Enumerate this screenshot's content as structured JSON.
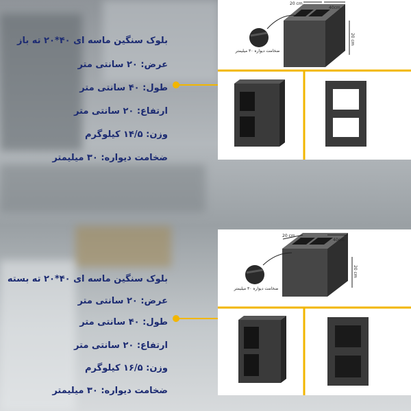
{
  "block_open": {
    "title": "بلوک سنگین ماسه ای ۴۰*۲۰ ته باز",
    "width": "عرض: ۲۰ سانتی متر",
    "length": "طول: ۴۰ سانتی متر",
    "height": "ارتفاع: ۲۰ سانتی متر",
    "weight": "وزن: ۱۴/۵ کیلوگرم",
    "wall": "ضخامت دیواره: ۳۰ میلیمتر",
    "dim_width": "20 cm",
    "dim_length": "40cm",
    "dim_height": "20 cm",
    "callout": "ضخامت دیواره ۳۰ میلیمتر"
  },
  "block_closed": {
    "title": "بلوک سنگین ماسه ای ۴۰*۲۰ ته بسته",
    "width": "عرض: ۲۰ سانتی متر",
    "length": "طول: ۴۰ سانتی متر",
    "height": "ارتفاع: ۲۰ سانتی متر",
    "weight": "وزن: ۱۶/۵ کیلوگرم",
    "wall": "ضخامت دیواره: ۳۰ میلیمتر",
    "dim_width": "20 cm",
    "dim_length": "40cm",
    "dim_height": "20 cm",
    "callout": "ضخامت دیواره ۳۰ میلیمتر"
  },
  "colors": {
    "text": "#1c2b72",
    "accent": "#f2b600",
    "block": "#3a3a3a"
  }
}
